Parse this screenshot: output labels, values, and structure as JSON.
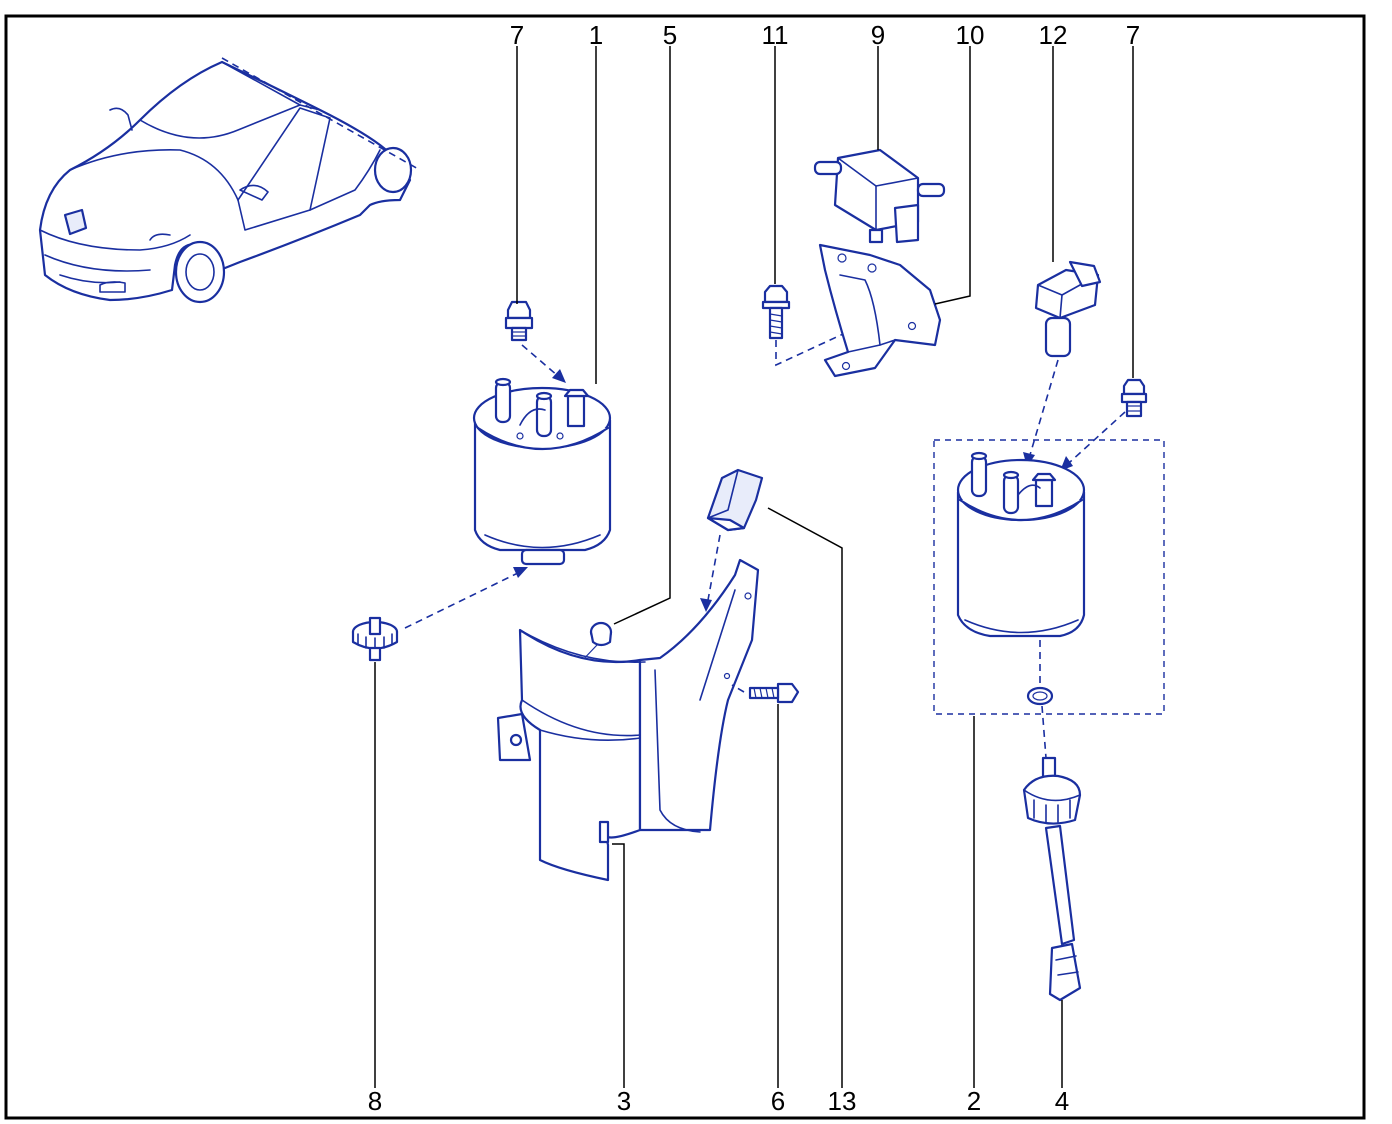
{
  "diagram": {
    "callouts": {
      "top": [
        "7",
        "1",
        "5",
        "11",
        "9",
        "10",
        "12",
        "7"
      ],
      "bottom": [
        "8",
        "3",
        "6",
        "13",
        "2",
        "4"
      ]
    },
    "colors": {
      "line": "#1a2fa0",
      "frame": "#000000",
      "background": "#ffffff"
    },
    "parts": [
      "car-overview",
      "fuel-filter",
      "fuel-filter-assembly",
      "bleed-screw",
      "drain-plug",
      "heat-shield",
      "clip",
      "bolt",
      "valve",
      "bracket",
      "sensor",
      "heater-connector",
      "foam-pad"
    ]
  }
}
